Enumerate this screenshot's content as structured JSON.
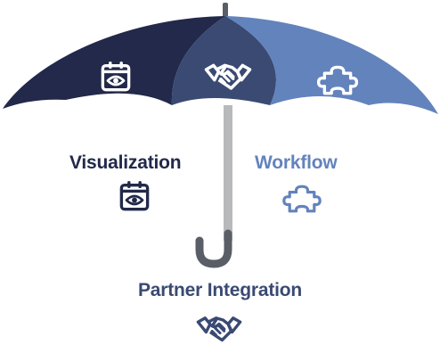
{
  "colors": {
    "dark_navy": "#22294a",
    "slate_blue": "#3a4a72",
    "periwinkle": "#6383bd",
    "handle_gray": "#5a5e66",
    "shaft_gray": "#b8b9bb"
  },
  "canopy": {
    "segments": [
      {
        "name": "Visualization",
        "icon": "calendar-eye-icon",
        "color": "#22294a"
      },
      {
        "name": "Partner Integration",
        "icon": "handshake-icon",
        "color": "#3a4a72"
      },
      {
        "name": "Workflow",
        "icon": "puzzle-icon",
        "color": "#6383bd"
      }
    ]
  },
  "labels": {
    "visualization": "Visualization",
    "workflow": "Workflow",
    "partner_integration": "Partner Integration"
  },
  "icons": {
    "visualization": "calendar-eye-icon",
    "workflow": "puzzle-icon",
    "partner_integration": "handshake-icon"
  }
}
